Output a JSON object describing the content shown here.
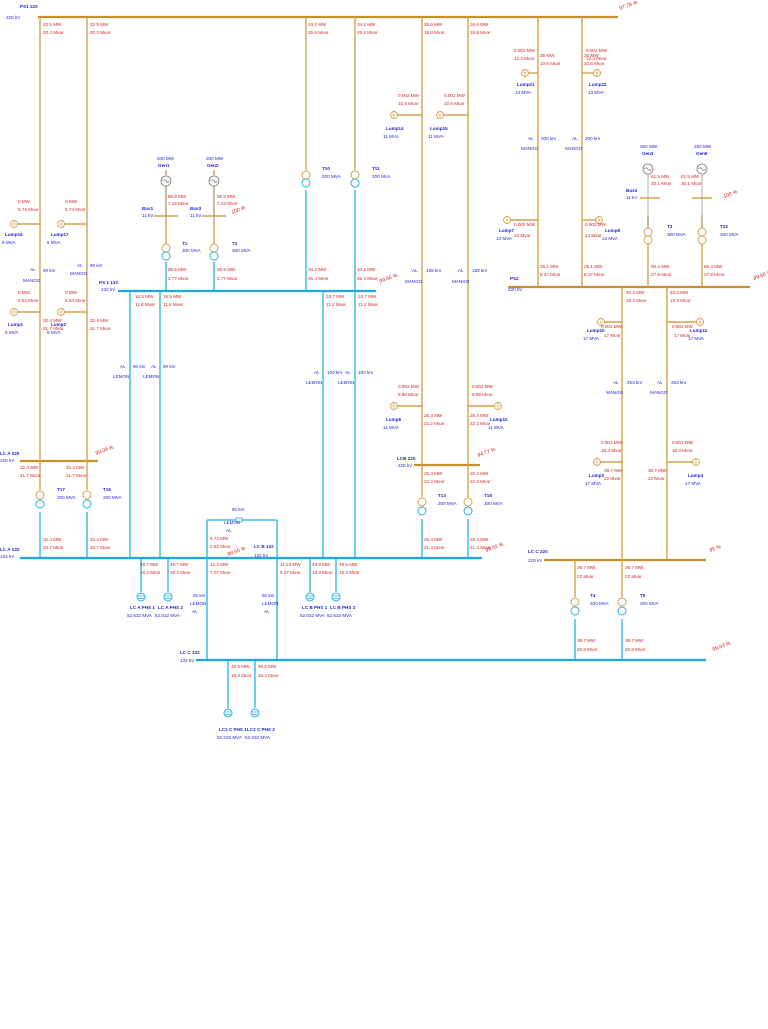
{
  "buses": {
    "ps1_220": {
      "name": "PS1 220",
      "kv": "220 kV",
      "pct": "97.78 %"
    },
    "ps1_132": {
      "name": "PS 1 132",
      "kv": "132 kV",
      "pct": "99.66 %"
    },
    "ps2": {
      "name": "PS2",
      "kv": "220 kV",
      "pct": "99.66 %"
    },
    "lca_220": {
      "name": "LC A 220",
      "kv": "220 kV",
      "pct": "99.09 %"
    },
    "lca_132": {
      "name": "LC A 132",
      "kv": "132 kV",
      "pct": "98.55 %"
    },
    "lcb_132": {
      "name": "LC B 132",
      "kv": "132 kV",
      "pct": "99.55 %"
    },
    "lcb_220": {
      "name": "LCB 220",
      "kv": "220 kV",
      "pct": "94.77 %"
    },
    "lcc_220": {
      "name": "LC C 220",
      "kv": "220 kV",
      "pct": "95 %"
    },
    "lcc_132": {
      "name": "LC C 132",
      "kv": "132 kV",
      "pct": "99.83 %"
    },
    "bus1": {
      "name": "Bus1",
      "kv": "11 kV"
    },
    "bus3": {
      "name": "Bus3",
      "kv": "11 kV",
      "pct": "100 %"
    },
    "bus4": {
      "name": "Bus4",
      "kv": "11 kV",
      "pct": "100 %"
    }
  },
  "gens": {
    "gen1": {
      "name": "Gen1",
      "mw": "200 MW",
      "flow_mw": "86.6 MW",
      "flow_mvar": "7.22 Mvar"
    },
    "gen2": {
      "name": "Gen2",
      "mw": "200 MW",
      "flow_mw": "86.6 MW",
      "flow_mvar": "7.22 Mvar"
    },
    "gen3": {
      "name": "Gen3",
      "mw": "250 MW",
      "flow_mw": "61.5 MW",
      "flow_mvar": "30.1 Mvar"
    },
    "gen5": {
      "name": "Gen5",
      "mw": "250 MW",
      "flow_mw": "61.5 MW",
      "flow_mvar": "30.1 Mvar"
    }
  },
  "transformers": {
    "t1": {
      "name": "T1",
      "mva": "300 MVA"
    },
    "t2": {
      "name": "T2",
      "mva": "300 MVA"
    },
    "t3": {
      "name": "T3",
      "mva": "300 MVA"
    },
    "t22": {
      "name": "T22",
      "mva": "300 MVA"
    },
    "t10": {
      "name": "T10",
      "mva": "200 MVA"
    },
    "t11": {
      "name": "T11",
      "mva": "200 MVA"
    },
    "t17": {
      "name": "T17",
      "mva": "200 MVA"
    },
    "t16": {
      "name": "T16",
      "mva": "200 MVA"
    },
    "t13": {
      "name": "T13",
      "mva": "200 MVA"
    },
    "t15": {
      "name": "T15",
      "mva": "200 MVA"
    },
    "t4": {
      "name": "T4",
      "mva": "200 MVA"
    },
    "t5": {
      "name": "T5",
      "mva": "200 MVA"
    }
  },
  "lumps": {
    "lump16": {
      "name": "Lump16",
      "mva": "6 MVA"
    },
    "lump17": {
      "name": "Lump17",
      "mva": "6 MVA"
    },
    "lump1": {
      "name": "Lump1",
      "mva": "6 MVA"
    },
    "lump2": {
      "name": "Lump2",
      "mva": "6 MVA"
    },
    "lump14": {
      "name": "Lump14",
      "mva": "11 MVA"
    },
    "lump15": {
      "name": "Lump15",
      "mva": "11 MVA"
    },
    "lump6": {
      "name": "Lump6",
      "mva": "11 MVA"
    },
    "lump10b": {
      "name": "Lump10",
      "mva": "11 MVA"
    },
    "lump21": {
      "name": "Lump21",
      "mva": "13 MVA"
    },
    "lump22": {
      "name": "Lump22",
      "mva": "13 MVA"
    },
    "lump7": {
      "name": "Lump7",
      "mva": "13 MVA"
    },
    "lump8": {
      "name": "Lump8",
      "mva": "13 MVA"
    },
    "lump10": {
      "name": "Lump10",
      "mva": "17 MVA"
    },
    "lump11": {
      "name": "Lump11",
      "mva": "17 MVA"
    },
    "lump3": {
      "name": "Lump3",
      "mva": "17 MVA"
    },
    "lump4": {
      "name": "Lump4",
      "mva": "17 MVA"
    }
  },
  "loads": {
    "lca1": {
      "name": "LC A PHS 1",
      "mva": "52.632 MVA"
    },
    "lca2": {
      "name": "LC A PHS 2",
      "mva": "52.632 MVA"
    },
    "lcb1": {
      "name": "LC B PHS 1",
      "mva": "52.632 MVA"
    },
    "lcb2": {
      "name": "LC B PHS 2",
      "mva": "52.632 MVA"
    },
    "lcc1": {
      "name": "LC1 C PHS 1",
      "mva": "52.632 MVA"
    },
    "lcc2": {
      "name": "LC2 C PHS 2",
      "mva": "52.632 MVA"
    }
  },
  "flows": {
    "ps1_l1": {
      "mw": "32.5 MW",
      "mvar": "20.3 Mvar"
    },
    "ps1_l2": {
      "mw": "32.5 MW",
      "mvar": "20.3 Mvar"
    },
    "ps1_l3": {
      "mw": "34.2 MW",
      "mvar": "25.6 Mvar"
    },
    "ps1_l4": {
      "mw": "34.2 MW",
      "mvar": "25.6 Mvar"
    },
    "ps1_l5": {
      "mw": "26.6 MW",
      "mvar": "18.8 Mvar"
    },
    "ps1_l6": {
      "mw": "26.6 MW",
      "mvar": "18.8 Mvar"
    },
    "lump16_f": {
      "mw": "0 MW",
      "mvar": "5.74 Mvar"
    },
    "lump17_f": {
      "mw": "0 MW",
      "mvar": "5.74 Mvar"
    },
    "lump1_f": {
      "mw": "0 MW",
      "mvar": "5.54 Mvar"
    },
    "lump2_f": {
      "mw": "0 MW",
      "mvar": "5.54 Mvar"
    },
    "lump1_a": {
      "mw": "32.4 MW",
      "mvar": "21.7 Mvar"
    },
    "lump2_a": {
      "mw": "32.4 MW",
      "mvar": "21.7 Mvar"
    },
    "lump14_f": {
      "mw": "0.002 MW",
      "mvar": "10.5 Mvar"
    },
    "lump15_f": {
      "mw": "0.002 MW",
      "mvar": "10.5 Mvar"
    },
    "lump21_f": {
      "mw": "0.002 MW",
      "mvar": "12.4 Mvar"
    },
    "lump22_f": {
      "mw": "0.002 MW",
      "mvar": "12.4 Mvar"
    },
    "lump21_b": {
      "mw": "25 MW",
      "mvar": "10.6 Mvar"
    },
    "lump22_b": {
      "mw": "25 MW",
      "mvar": "10.6 Mvar"
    },
    "lump7_f": {
      "mw": "0.002 MW",
      "mvar": "13 Mvar"
    },
    "lump8_f": {
      "mw": "0.002 MW",
      "mvar": "13 Mvar"
    },
    "t1_hv": {
      "mw": "86.5 MW",
      "mvar": "3.77 Mvar"
    },
    "t2_hv": {
      "mw": "86.5 MW",
      "mvar": "3.77 Mvar"
    },
    "t10_hv": {
      "mw": "34.2 MW",
      "mvar": "26.4 Mvar"
    },
    "t11_hv": {
      "mw": "34.2 MW",
      "mvar": "26.4 Mvar"
    },
    "ps132_a": {
      "mw": "16.5 MW",
      "mvar": "11.8 Mvar"
    },
    "ps132_b": {
      "mw": "16.5 MW",
      "mvar": "11.8 Mvar"
    },
    "ps132_c": {
      "mw": "33.7 MW",
      "mvar": "11.2 Mvar"
    },
    "ps132_d": {
      "mw": "33.7 MW",
      "mvar": "11.2 Mvar"
    },
    "ps2_a": {
      "mw": "25.1 MW",
      "mvar": "8.47 Mvar"
    },
    "ps2_b": {
      "mw": "25.1 MW",
      "mvar": "8.47 Mvar"
    },
    "ps2_c": {
      "mw": "65.4 MW",
      "mvar": "27.8 Mvar"
    },
    "ps2_d": {
      "mw": "65.4 MW",
      "mvar": "27.8 Mvar"
    },
    "ps2_e": {
      "mw": "40.3 MW",
      "mvar": "19.3 Mvar"
    },
    "ps2_f": {
      "mw": "40.3 MW",
      "mvar": "19.3 Mvar"
    },
    "lump10_f": {
      "mw": "0.001 MW",
      "mvar": "17 Mvar"
    },
    "lump11_f": {
      "mw": "0.001 MW",
      "mvar": "17 Mvar"
    },
    "lump6_f": {
      "mw": "0.002 MW",
      "mvar": "9.88 Mvar"
    },
    "lump10b_f": {
      "mw": "0.002 MW",
      "mvar": "9.88 Mvar"
    },
    "lcb220_a": {
      "mw": "26.4 MW",
      "mvar": "22.2 Mvar"
    },
    "lcb220_b": {
      "mw": "26.4 MW",
      "mvar": "22.2 Mvar"
    },
    "lcb220_c": {
      "mw": "26.4 MW",
      "mvar": "22.2 Mvar"
    },
    "lcb220_d": {
      "mw": "26.4 MW",
      "mvar": "22.2 Mvar"
    },
    "lcb220_e": {
      "mw": "26.4 MW",
      "mvar": "21.4 Mvar"
    },
    "lcb220_f": {
      "mw": "26.4 MW",
      "mvar": "21.4 Mvar"
    },
    "lump3_f": {
      "mw": "0.001 MW",
      "mvar": "15.3 Mvar"
    },
    "lump4_f": {
      "mw": "0.001 MW",
      "mvar": "15.3 Mvar"
    },
    "lump3_b": {
      "mw": "39.7 MW",
      "mvar": "22 Mvar"
    },
    "lump4_b": {
      "mw": "39.7 MW",
      "mvar": "22 Mvar"
    },
    "lca220_a": {
      "mw": "32.4 MW",
      "mvar": "21.7 Mvar"
    },
    "lca220_b": {
      "mw": "32.4 MW",
      "mvar": "21.7 Mvar"
    },
    "lca132_a": {
      "mw": "32.4 MW",
      "mvar": "20.7 Mvar"
    },
    "lca132_b": {
      "mw": "32.4 MW",
      "mvar": "20.7 Mvar"
    },
    "lca132_c": {
      "mw": "49.7 MW",
      "mvar": "16.3 Mvar"
    },
    "lca132_d": {
      "mw": "49.7 MW",
      "mvar": "16.3 Mvar"
    },
    "lcb_line": {
      "mw": "4.74 MW",
      "mvar": "2.53 Mvar"
    },
    "lcb_line2": {
      "mw": "12.3 MW",
      "mvar": "7.07 Mvar"
    },
    "lcb132_a": {
      "mw": "11.23 MW",
      "mvar": "6.47 Mvar"
    },
    "lcb132_b": {
      "mw": "49.6 MW",
      "mvar": "16.3 Mvar"
    },
    "lcb132_c": {
      "mw": "49.6 MW",
      "mvar": "16.3 Mvar"
    },
    "lcc220_a": {
      "mw": "39.7 MW",
      "mvar": "22 Mvar"
    },
    "lcc220_b": {
      "mw": "39.7 MW",
      "mvar": "22 Mvar"
    },
    "lcc_t4": {
      "mw": "39.7 MW",
      "mvar": "20.6 Mvar"
    },
    "lcc_t5": {
      "mw": "39.7 MW",
      "mvar": "20.6 Mvar"
    },
    "lcc132_a": {
      "mw": "49.8 MW",
      "mvar": "16.4 Mvar"
    },
    "lcc132_b": {
      "mw": "49.8 MW",
      "mvar": "16.4 Mvar"
    }
  },
  "lines": {
    "al_mango": [
      "AL",
      "MANGO"
    ],
    "al_lemon": [
      "AL",
      "LEMON"
    ],
    "len_90": "90 km",
    "len_100": "100 km",
    "len_168": "168 km",
    "len_200": "200 km",
    "len_253": "253 km",
    "len_50": "50 km",
    "len_60": "60 km"
  }
}
